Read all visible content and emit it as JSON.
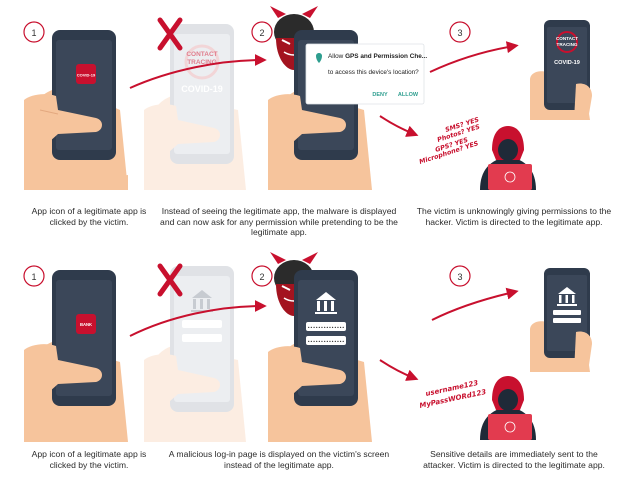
{
  "colors": {
    "accent_red": "#c8102e",
    "phone_dark": "#2f3b4c",
    "hand": "#f6c49c",
    "sleeve": "#1f2a38",
    "faded": "#d9dce0"
  },
  "icons": {
    "step": "numbered-circle",
    "cross": "red-x-cross",
    "hacker": "hooded-hacker-laptop",
    "devil": "devil-face-mask",
    "bank": "bank-building-icon",
    "arrow": "curved-red-arrow"
  },
  "row1": {
    "steps": [
      "1",
      "2",
      "3"
    ],
    "app_icon_label": "COVID-19",
    "fake_app": {
      "title_line1": "CONTACT",
      "title_line2": "TRACING",
      "subtitle": "COVID-19"
    },
    "dialog": {
      "text_pre": "Allow ",
      "text_bold": "GPS and Permis­sion Che...",
      "text_post": " to access this device's location?",
      "deny": "DENY",
      "allow": "ALLOW"
    },
    "result_app": {
      "title_line1": "CONTACT",
      "title_line2": "TRACING",
      "subtitle": "COVID-19"
    },
    "leaked": [
      "SMS? YES",
      "Photos? YES",
      "GPS? YES",
      "Microphone? YES"
    ],
    "captions": [
      "App icon of a legitimate app is clicked by the victim.",
      "Instead of seeing the legitimate app, the malware is displayed and can now ask for any permission while pretending to be the legitimate app.",
      "The victim is unknowingly giving permissions to the hacker. Victim is directed to the legitimate app."
    ]
  },
  "row2": {
    "steps": [
      "1",
      "2",
      "3"
    ],
    "app_icon_label": "BANK",
    "login_field1": "••••••••••••••",
    "login_field2": "••••••••••••••",
    "leaked": [
      "username123",
      "MyPassWORd123"
    ],
    "captions": [
      "App icon of a legitimate app is clicked by the victim.",
      "A malicious log-in page is displayed on the victim's screen instead of the legitimate app.",
      "Sensitive details are immediately sent to the attacker. Victim is directed to the legitimate app."
    ]
  }
}
